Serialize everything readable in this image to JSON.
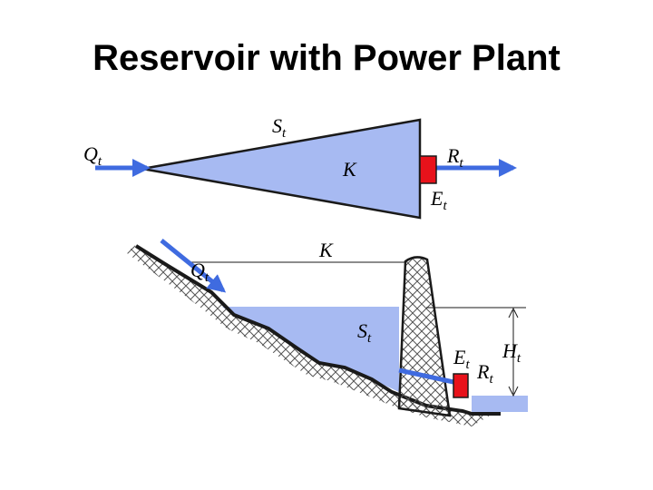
{
  "title": "Reservoir with Power Plant",
  "colors": {
    "water": "#a7baf2",
    "water_outline": "#1a1a1a",
    "flow_arrow": "#3f6be0",
    "turbine": "#e8121b",
    "hatch": "#555555",
    "downstream": "#a7baf2"
  },
  "schematic": {
    "inflow": {
      "main": "Q",
      "sub": "t"
    },
    "storage": {
      "main": "S",
      "sub": "t"
    },
    "capacity": {
      "main": "K"
    },
    "release": {
      "main": "R",
      "sub": "t"
    },
    "energy": {
      "main": "E",
      "sub": "t"
    }
  },
  "cross_section": {
    "inflow": {
      "main": "Q",
      "sub": "t"
    },
    "capacity": {
      "main": "K"
    },
    "storage": {
      "main": "S",
      "sub": "t"
    },
    "energy": {
      "main": "E",
      "sub": "t"
    },
    "release": {
      "main": "R",
      "sub": "t"
    },
    "head": {
      "main": "H",
      "sub": "t"
    }
  }
}
